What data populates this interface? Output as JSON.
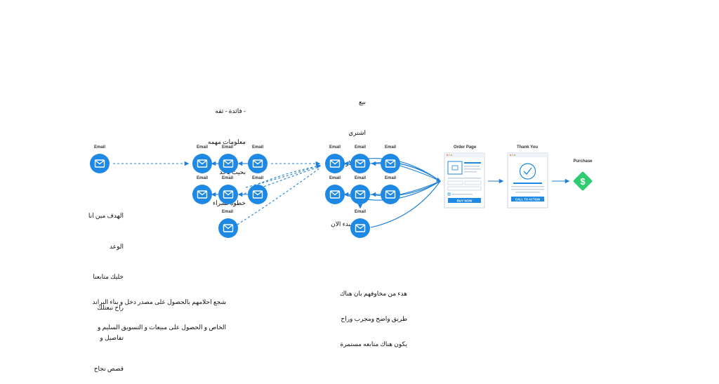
{
  "labels": {
    "email": "Email",
    "order_page": "Order Page",
    "thank_you": "Thank You",
    "purchase": "Purchase",
    "buy_now": "BUY NOW",
    "call_to_action": "CALL TO ACTION",
    "dollar": "$"
  },
  "notes": {
    "stage2_top": [
      "- فائدة - ثقه",
      "معلومات مهمه",
      "بحيث ياخد",
      "خطوة لشراء"
    ],
    "stage3_top": [
      "بيع",
      "اشتري",
      "ليش لازم",
      "تشتغل",
      "ليش تبدء الان"
    ],
    "stage1_side": [
      "الهدف مين انا",
      "الوعد",
      "خليك متابعنا",
      "راح نبعتلك",
      "تفاصيل و",
      "قصص نجاح"
    ],
    "bottom_left": [
      "شجع احلامهم بالحصول على مصدر دخل و بناء البراند",
      "الخاص و الحصول على مبيعات و التسويق السليم و"
    ],
    "bottom_mid": [
      "هدء من مخاوفهم بان هناك",
      "طريق واضح ومجرب وراح",
      "يكون هناك متابعه مستمرة"
    ]
  },
  "colors": {
    "node": "#1e88e5",
    "line": "#1e7fd6",
    "dollar": "#2ecc71"
  }
}
